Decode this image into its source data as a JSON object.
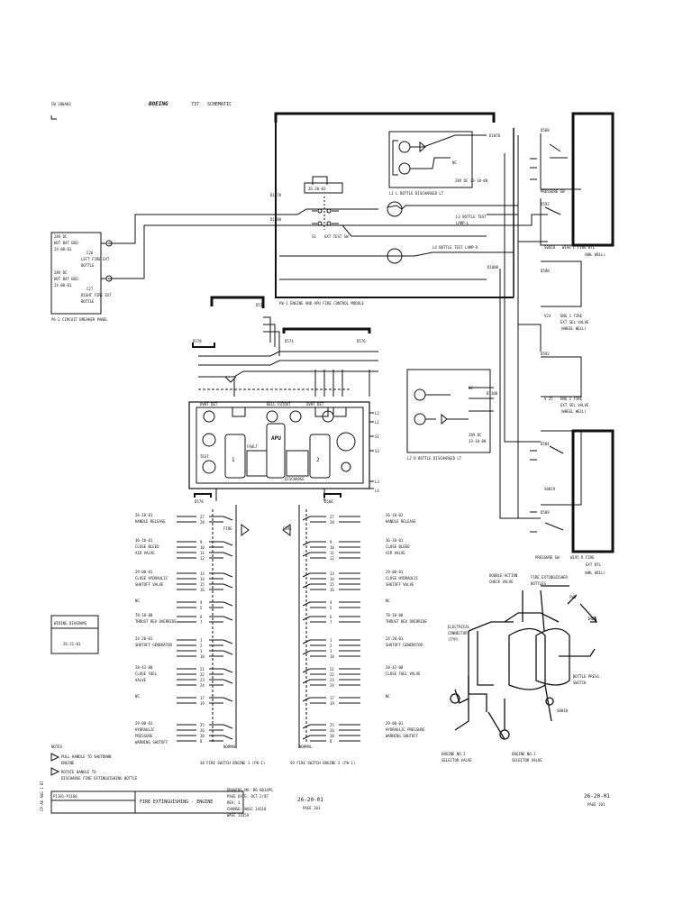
{
  "header": {
    "drawing_ref": "CW 200A83",
    "brand": "BOEING",
    "model": "737",
    "doc_type": "SCHEMATIC"
  },
  "breaker_panel": {
    "left_source": [
      "28V DC",
      "HOT BAT BUS-",
      "24-00-01"
    ],
    "left_cb": [
      "C26",
      "LEFT FIRE EXT",
      "BOTTLE"
    ],
    "right_source": [
      "28V DC",
      "HOT BAT BUS-",
      "24-00-01"
    ],
    "right_cb": [
      "C27",
      "RIGHT FIRE EXT",
      "BOTTLE"
    ],
    "title": "P6-2 CIRCUIT BREAKER PANEL"
  },
  "fire_module": {
    "title": "P8-1 ENGINE AND APU FIRE CONTROL MODULE",
    "ref_box": "26-20-03",
    "switch_label": "EXT TEST SW",
    "s1": "S1",
    "d1078": "D1078",
    "d1080": "D1080",
    "d1000": "D1000",
    "d1100": "D1100",
    "nc": "NC",
    "dc_top": "28V DC 33-18-00",
    "l1_label": "L1  L BOTTLE DISCHARGED LT",
    "l3_label": [
      "L3 BOTTLE TEST",
      "LAMP-L"
    ],
    "l4_label": "L4 BOTTLE TEST LAMP-R",
    "l2_label": "L2  R BOTTLE DISCHARGED LT",
    "dc_bottom": [
      "28V DC",
      "33-18-00"
    ]
  },
  "bottles_right": {
    "d588": "D588",
    "pressure_sw_top": "PRESSURE SW",
    "d592": "D592",
    "s0018": "S0018",
    "w194": "W194 L FIRE BTL",
    "whl_well_top": "(WHL WELL)",
    "d590": "D590",
    "v24": "V24",
    "v24_label": [
      "ENG 1 FIRE",
      "EXT SEL VALVE",
      "(WHEEL WELL)"
    ],
    "d592b": "D592",
    "v25": "V 25",
    "v25_label": [
      "ENG 2 FIRE",
      "EXT SEL VALVE",
      "(WHEEL WELL)"
    ],
    "d584": "D584",
    "s0019": "S0019",
    "d589": "D589",
    "pressure_sw_bottom": "PRESSURE SW",
    "w195": "W195 R FIRE",
    "ext_btl": "EXT BTL",
    "whl_well_bottom": "(WHL WELL)"
  },
  "control_panel": {
    "ovht_det": "OVHT DET",
    "fault": "FAULT",
    "apu": "APU",
    "bell_cutout": "BELL CUTOUT",
    "eng1": "1",
    "eng2": "2",
    "test": "TEST",
    "discharge": "DISCHARGE"
  },
  "plug_refs": {
    "d578": "D578",
    "d576": "D576",
    "d574": "D574",
    "d576b": "D576",
    "d578b": "D578",
    "d586": "D586",
    "l1": "L1",
    "l2": "L2",
    "s1": "S1",
    "s3": "S3",
    "l3": "L3",
    "l4": "L4"
  },
  "switch1": {
    "caption": "S8  FIRE SWITCH ENGINE 1 (P8-1)",
    "fire": "FIRE",
    "normal": "NORMAL",
    "groups": [
      {
        "ref": "26-10-01",
        "label": [
          "HANDLE RELEASE"
        ],
        "pins": [
          "27",
          "28"
        ]
      },
      {
        "ref": "36-10-01",
        "label": [
          "CLOSE BLEED",
          "AIR VALVE"
        ],
        "pins": [
          "9",
          "10",
          "11",
          "12"
        ]
      },
      {
        "ref": "29-00-01",
        "label": [
          "CLOSE HYDRAULIC",
          "SHUTOFF VALVE"
        ],
        "pins": [
          "13",
          "14",
          "15",
          "16"
        ]
      },
      {
        "ref": "NC",
        "label": [],
        "pins": [
          "4",
          "5"
        ]
      },
      {
        "ref": "78-10-00",
        "label": [
          "THRUST REV OVERRIDE"
        ],
        "pins": [
          "6",
          "7"
        ]
      },
      {
        "ref": "24-20-01",
        "label": [
          "SHUTOFF GENERATOR"
        ],
        "pins": [
          "1",
          "2",
          "3",
          "18"
        ]
      },
      {
        "ref": "28-42-00",
        "label": [
          "CLOSE FUEL",
          "VALVE"
        ],
        "pins": [
          "21",
          "22",
          "23",
          "24"
        ]
      },
      {
        "ref": "NC",
        "label": [],
        "pins": [
          "17",
          "19"
        ]
      },
      {
        "ref": "29-00-01",
        "label": [
          "HYDRAULIC",
          "PRESSURE",
          "WARNING SHUTOFF"
        ],
        "pins": [
          "25",
          "26",
          "20",
          "8"
        ]
      }
    ]
  },
  "switch2": {
    "caption": "S9  FIRE SWITCH ENGINE 2 (P8-1)",
    "fire": "FIRE",
    "normal": "NORMAL",
    "groups": [
      {
        "ref": "26-10-02",
        "label": [
          "HANDLE RELEASE"
        ],
        "pins": [
          "27",
          "28"
        ]
      },
      {
        "ref": "36-10-01",
        "label": [
          "CLOSE BLEED",
          "AIR VALVE"
        ],
        "pins": [
          "9",
          "10",
          "11",
          "12"
        ]
      },
      {
        "ref": "29-00-01",
        "label": [
          "CLOSE HYDRAULIC",
          "SHUTOFF VALVE"
        ],
        "pins": [
          "13",
          "14",
          "15",
          "16"
        ]
      },
      {
        "ref": "NC",
        "label": [],
        "pins": [
          "4",
          "5"
        ]
      },
      {
        "ref": "78-10-00",
        "label": [
          "THRUST REV OVERRIDE"
        ],
        "pins": [
          "6",
          "7"
        ]
      },
      {
        "ref": "24-20-01",
        "label": [
          "SHUTOFF GENERATOR"
        ],
        "pins": [
          "1",
          "2",
          "3",
          "18"
        ]
      },
      {
        "ref": "28-42-00",
        "label": [
          "CLOSE FUEL VALVE"
        ],
        "pins": [
          "21",
          "22",
          "23",
          "24"
        ]
      },
      {
        "ref": "NC",
        "label": [],
        "pins": [
          "17",
          "19"
        ]
      },
      {
        "ref": "29-00-01",
        "label": [
          "HYDRAULIC PRESSURE",
          "WARNING SHUTOFF"
        ],
        "pins": [
          "25",
          "26",
          "20",
          "8"
        ]
      }
    ]
  },
  "wiring_box": {
    "title": "WIRING DIAGRAMS",
    "ref": "26-21-01"
  },
  "plumbing": {
    "check_valve": [
      "DOUBLE-ACTION",
      "CHECK VALVE"
    ],
    "bottles": [
      "FIRE EXTINGUISHER",
      "BOTTLES"
    ],
    "fwd": "FWD",
    "inbd": "INBD",
    "connector": [
      "ELECTRICAL",
      "CONNECTOR",
      "(TYP)"
    ],
    "press_switch": [
      "BOTTLE PRESS.",
      "SWITCH"
    ],
    "s0018": "S0018",
    "eng2_valve": [
      "ENGINE NO.2",
      "SELECTOR VALVE"
    ],
    "eng1_valve": [
      "ENGINE NO.1",
      "SELECTOR VALVE"
    ]
  },
  "notes": {
    "title": "NOTES",
    "note1": [
      "PULL HANDLE TO SHUTDOWN",
      "ENGINE"
    ],
    "note2": [
      "ROTATE HANDLE TO",
      "DISCHARGE FIRE EXTINGUISHING BOTTLE"
    ]
  },
  "title_block": {
    "effectivity": "P1101-P1160",
    "title": "FIRE EXTINGUISHING - ENGINE",
    "info": [
      "DRAWING NO: D6-8014PS",
      "PAGE DATE: OCT 2/87",
      "REV: 1",
      "CHANGE: WASC 14318",
      "WASC 14359"
    ],
    "ref": "26-20-01",
    "page": "PAGE 101",
    "margin_note": "CP-A6 AUG 1 87"
  },
  "footer": {
    "ref": "26-20-01",
    "page": "PAGE 101"
  }
}
